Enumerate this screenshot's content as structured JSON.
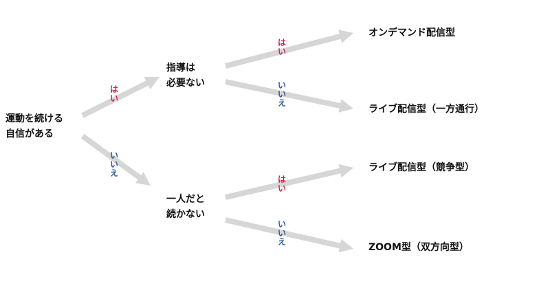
{
  "colors": {
    "arrow": "#d6d6d6",
    "yes": "#c8294b",
    "no": "#2d5aa0",
    "text": "#111111"
  },
  "nodes": {
    "root": {
      "lines": [
        "運動を続ける",
        "自信がある"
      ]
    },
    "mid_top": {
      "lines": [
        "指導は",
        "必要ない"
      ]
    },
    "mid_bottom": {
      "lines": [
        "一人だと",
        "続かない"
      ]
    },
    "leaf1": {
      "lines": [
        "オンデマンド配信型"
      ]
    },
    "leaf2": {
      "lines": [
        "ライブ配信型（一方通行）"
      ]
    },
    "leaf3": {
      "lines": [
        "ライブ配信型（競争型）"
      ]
    },
    "leaf4": {
      "lines": [
        "ZOOM型（双方向型）"
      ]
    }
  },
  "edges": {
    "root_to_top": {
      "label": "はい",
      "kind": "yes"
    },
    "root_to_bottom": {
      "label": "いいえ",
      "kind": "no"
    },
    "top_to_leaf1": {
      "label": "はい",
      "kind": "yes"
    },
    "top_to_leaf2": {
      "label": "いいえ",
      "kind": "no"
    },
    "bottom_to_leaf3": {
      "label": "はい",
      "kind": "yes"
    },
    "bottom_to_leaf4": {
      "label": "いいえ",
      "kind": "no"
    }
  }
}
